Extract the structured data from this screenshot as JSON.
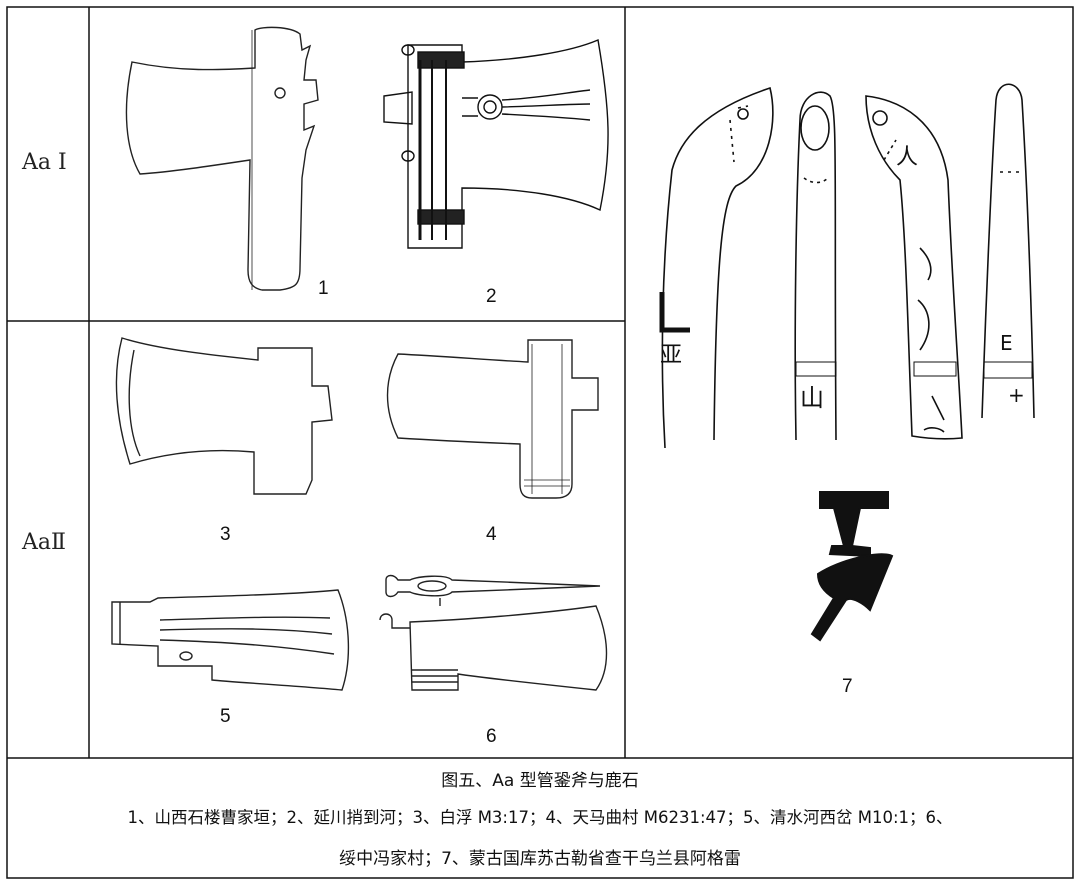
{
  "row_labels": {
    "aa1": "Aa Ⅰ",
    "aa2": "AaⅡ"
  },
  "items": [
    {
      "num": "1"
    },
    {
      "num": "2"
    },
    {
      "num": "3"
    },
    {
      "num": "4"
    },
    {
      "num": "5"
    },
    {
      "num": "6"
    },
    {
      "num": "7"
    }
  ],
  "caption": {
    "title": "图五、Aa 型管銎斧与鹿石",
    "line1": "1、山西石楼曹家垣；2、延川捎到河；3、白浮 M3:17；4、天马曲村 M6231:47；5、清水河西岔 M10:1；6、",
    "line2": "绥中冯家村；7、蒙古国库苏古勒省查干乌兰县阿格雷"
  }
}
